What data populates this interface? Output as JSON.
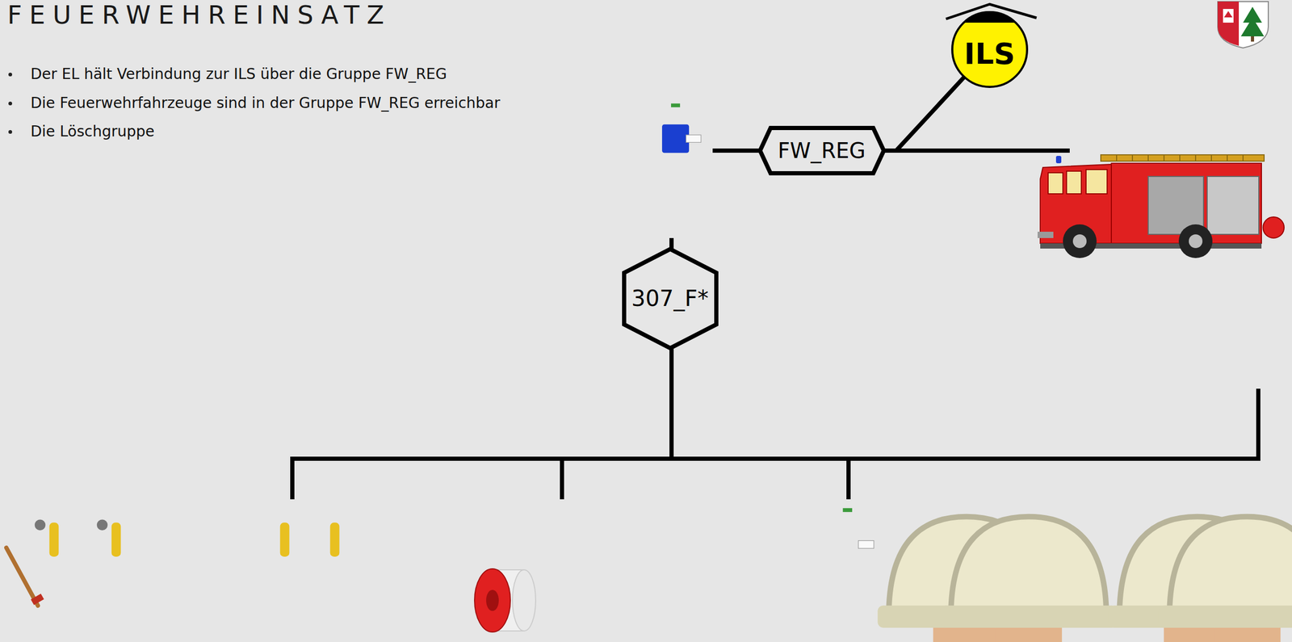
{
  "diagram": {
    "title": "FEUERWEHREINSATZ",
    "nodes": [
      {
        "text": [
          "ILS"
        ]
      },
      {
        "text": [
          "FW_REG"
        ]
      },
      {
        "text": [
          "307_F*"
        ]
      }
    ],
    "edges": [
      {
        "from": 1,
        "to": 0,
        "arrow": "none"
      }
    ],
    "labels": [
      "Der EL hält Verbindung zur ILS über die Gruppe FW_REG",
      "Die Feuerwehrfahrzeuge sind in der Gruppe FW_REG erreichbar",
      "Die Löschgruppe"
    ]
  }
}
